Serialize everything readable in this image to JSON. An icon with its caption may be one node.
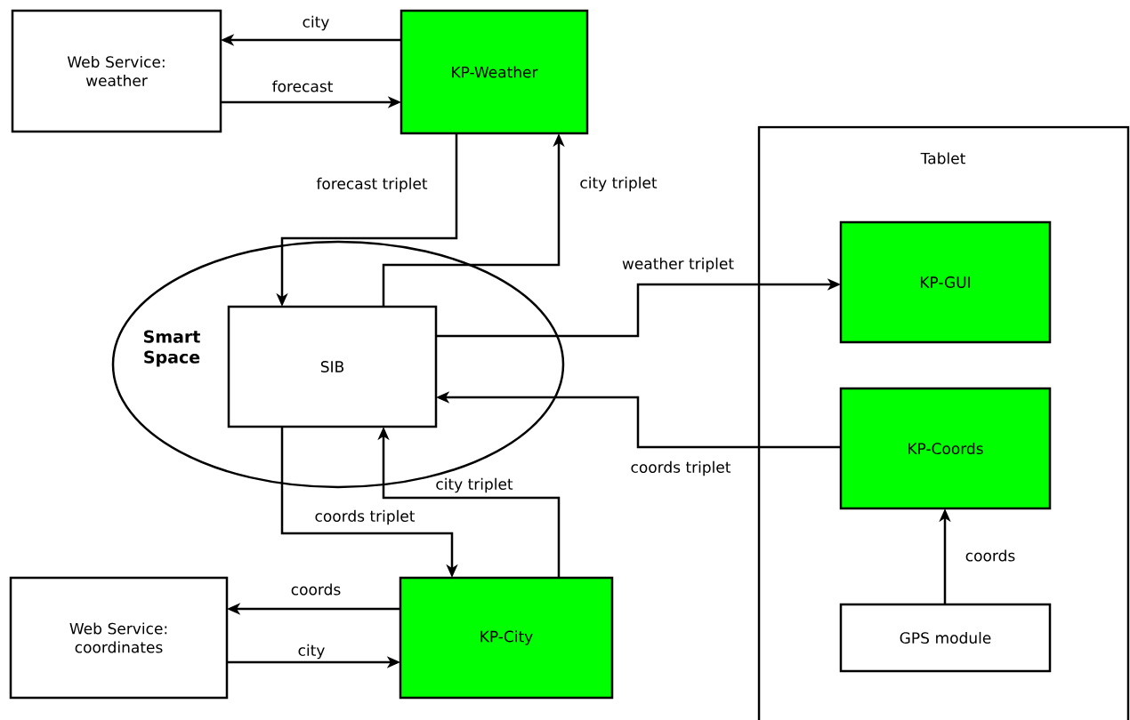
{
  "diagram": {
    "nodes": [
      {
        "text": [
          "Web Service: weather"
        ]
      },
      {
        "text": [
          "KP-Weather"
        ]
      },
      {
        "text": [
          "Smart Space"
        ]
      },
      {
        "text": [
          "SIB"
        ],
        "in": 2
      },
      {
        "text": [
          "Tablet"
        ]
      },
      {
        "text": [
          "KP-GUI"
        ],
        "in": 4
      },
      {
        "text": [
          "KP-Coords"
        ],
        "in": 4
      },
      {
        "text": [
          "GPS module"
        ],
        "in": 4
      },
      {
        "text": [
          "Web Service: coordinates"
        ]
      },
      {
        "text": [
          "KP-City"
        ]
      }
    ],
    "edges": [
      {
        "from": 1,
        "to": 0,
        "arrow": "to",
        "label": "city"
      },
      {
        "from": 0,
        "to": 1,
        "arrow": "to",
        "label": "forecast"
      },
      {
        "from": 1,
        "to": 3,
        "arrow": "to",
        "label": "forecast triplet"
      },
      {
        "from": 3,
        "to": 1,
        "arrow": "to",
        "label": "city triplet"
      },
      {
        "from": 3,
        "to": 5,
        "arrow": "to",
        "label": "weather triplet"
      },
      {
        "from": 6,
        "to": 3,
        "arrow": "to",
        "label": "coords triplet"
      },
      {
        "from": 3,
        "to": 9,
        "arrow": "to",
        "label": "coords triplet"
      },
      {
        "from": 9,
        "to": 3,
        "arrow": "to",
        "label": "city triplet"
      },
      {
        "from": 9,
        "to": 8,
        "arrow": "to",
        "label": "coords"
      },
      {
        "from": 8,
        "to": 9,
        "arrow": "to",
        "label": "city"
      },
      {
        "from": 7,
        "to": 6,
        "arrow": "to",
        "label": "coords"
      }
    ]
  }
}
